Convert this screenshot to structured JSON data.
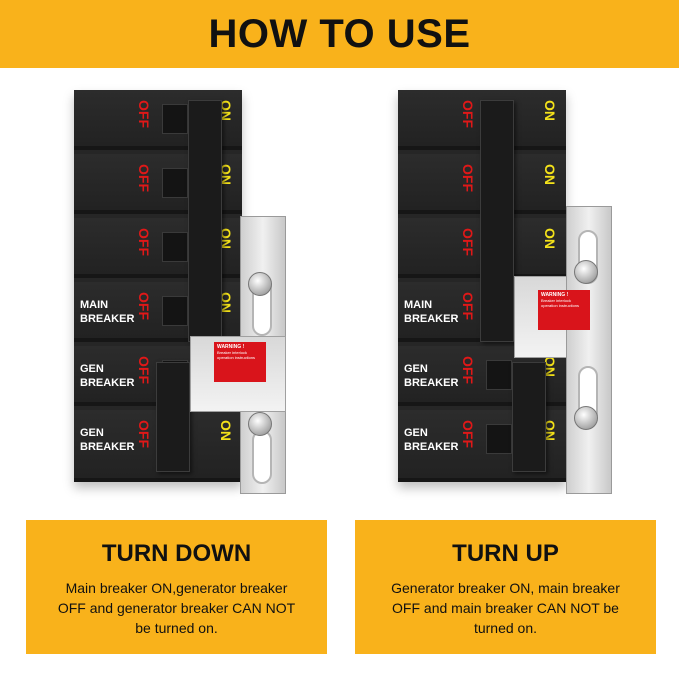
{
  "header": {
    "title": "HOW TO USE"
  },
  "breaker_labels": {
    "off": "OFF",
    "on": "ON",
    "main_breaker": "MAIN BREAKER",
    "gen_breaker": "GEN BREAKER"
  },
  "warning_label": {
    "title": "WARNING !",
    "text": "Breaker interlock operation instructions"
  },
  "captions": [
    {
      "title": "TURN DOWN",
      "text": "Main breaker ON,generator breaker OFF and generator breaker CAN NOT be turned on."
    },
    {
      "title": "TURN UP",
      "text": "Generator breaker ON, main breaker OFF and main breaker CAN NOT be turned on."
    }
  ],
  "colors": {
    "accent": "#f9b21b",
    "off_text": "#e01818",
    "on_text": "#f4e21a",
    "warning": "#d9141b"
  }
}
